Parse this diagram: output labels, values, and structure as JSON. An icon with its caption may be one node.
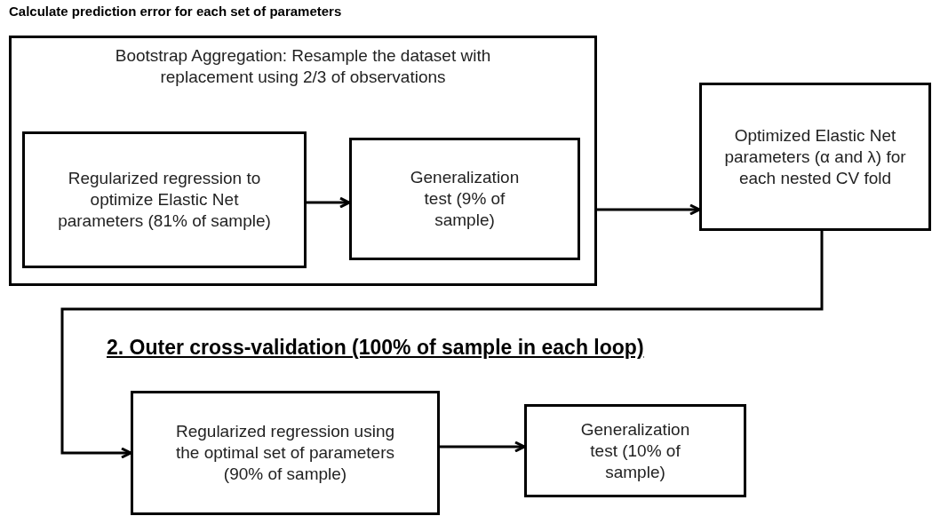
{
  "diagram": {
    "title": "Calculate prediction error for each set of parameters",
    "nodes": [
      {
        "text": [
          "Bootstrap Aggregation: Resample the dataset with replacement using 2/3 of observations"
        ]
      },
      {
        "text": [
          "Regularized regression to optimize Elastic Net parameters (81% of sample)"
        ],
        "in": 0
      },
      {
        "text": [
          "Generalization test (9% of sample)"
        ],
        "in": 0
      },
      {
        "text": [
          "Optimized Elastic Net parameters (α and λ) for each nested CV fold"
        ]
      },
      {
        "text": [
          "Regularized regression using the optimal set of parameters (90% of sample)"
        ]
      },
      {
        "text": [
          "Generalization test (10% of sample)"
        ]
      }
    ],
    "edges": [
      {
        "from": 1,
        "to": 2,
        "arrow": "to"
      },
      {
        "from": 0,
        "to": 3,
        "arrow": "to"
      },
      {
        "from": 3,
        "to": 4,
        "arrow": "to"
      },
      {
        "from": 4,
        "to": 5,
        "arrow": "to"
      }
    ],
    "labels": [
      "2. Outer cross-validation (100% of sample in each loop)"
    ]
  }
}
